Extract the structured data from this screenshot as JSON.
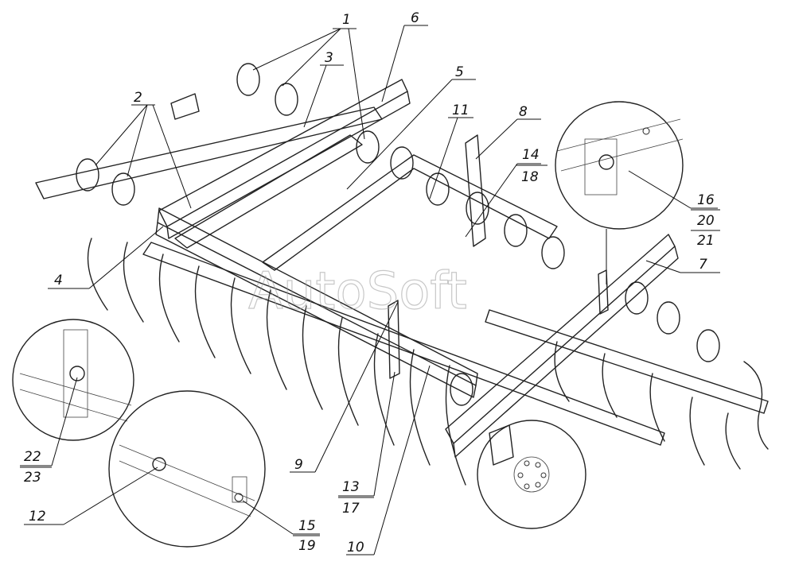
{
  "watermark": "AutoSoft",
  "callouts": [
    {
      "id": "c1",
      "label": "1"
    },
    {
      "id": "c2",
      "label": "2"
    },
    {
      "id": "c3",
      "label": "3"
    },
    {
      "id": "c4",
      "label": "4"
    },
    {
      "id": "c5",
      "label": "5"
    },
    {
      "id": "c6",
      "label": "6"
    },
    {
      "id": "c7",
      "label": "7"
    },
    {
      "id": "c8",
      "label": "8"
    },
    {
      "id": "c9",
      "label": "9"
    },
    {
      "id": "c10",
      "label": "10"
    },
    {
      "id": "c11",
      "label": "11"
    },
    {
      "id": "c12",
      "label": "12"
    },
    {
      "id": "c13",
      "label": "13"
    },
    {
      "id": "c14",
      "label": "14"
    },
    {
      "id": "c15",
      "label": "15"
    },
    {
      "id": "c16",
      "label": "16"
    },
    {
      "id": "c17",
      "label": "17"
    },
    {
      "id": "c18",
      "label": "18"
    },
    {
      "id": "c19",
      "label": "19"
    },
    {
      "id": "c20",
      "label": "20"
    },
    {
      "id": "c21",
      "label": "21"
    },
    {
      "id": "c22",
      "label": "22"
    },
    {
      "id": "c23",
      "label": "23"
    }
  ]
}
